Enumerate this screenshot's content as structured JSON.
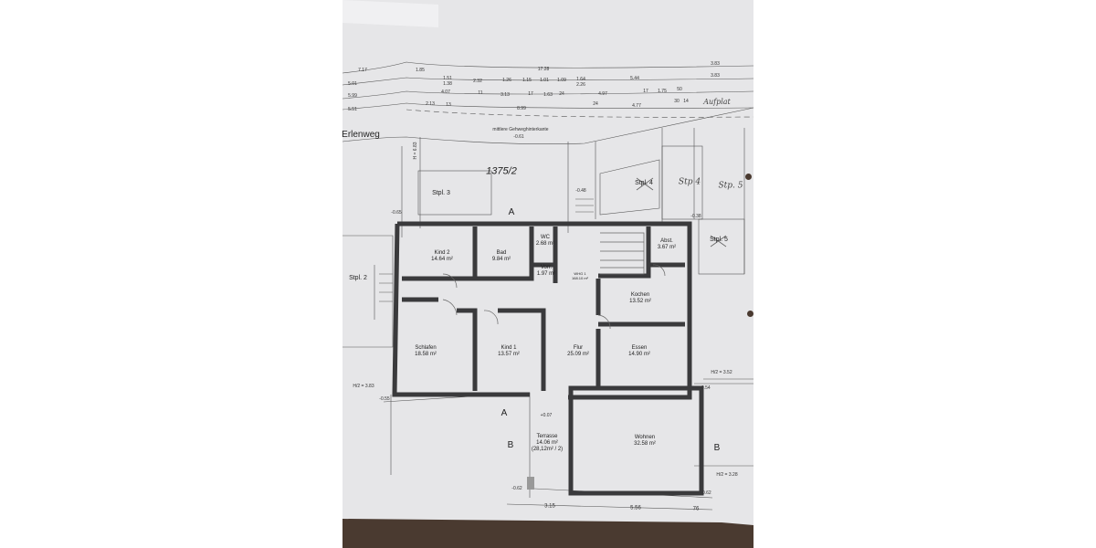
{
  "street": "Erlenweg",
  "parcel": "1375/2",
  "sidewalk": {
    "label": "mittlere Gehweghinterkante",
    "level": "-0.61"
  },
  "parking": [
    "Stpl. 3",
    "Stpl. 2",
    "Stpl. 4",
    "Stp 4",
    "Stp. 5",
    "Stpl. 5"
  ],
  "handwritten": [
    "Aufplat"
  ],
  "rooms": [
    {
      "name": "Kind 2",
      "area": "14.64 m²"
    },
    {
      "name": "Bad",
      "area": "9.84 m²"
    },
    {
      "name": "WC",
      "area": "2.68 m²"
    },
    {
      "name": "Vorr.",
      "area": "1.97 m²"
    },
    {
      "name": "WHG 1",
      "area": "168.10 m²"
    },
    {
      "name": "Abst.",
      "area": "3.67 m²"
    },
    {
      "name": "Kochen",
      "area": "13.52 m²"
    },
    {
      "name": "Schlafen",
      "area": "18.58 m²"
    },
    {
      "name": "Kind 1",
      "area": "13.57 m²"
    },
    {
      "name": "Flur",
      "area": "25.09 m²"
    },
    {
      "name": "Essen",
      "area": "14.90 m²"
    },
    {
      "name": "Terrasse",
      "area": "14.06 m²",
      "note": "(28,12m² / 2)"
    },
    {
      "name": "Wohnen",
      "area": "32.58 m²"
    }
  ],
  "levels": [
    "-0.48",
    "-0.38",
    "-0.65",
    "+0.07",
    "-0.62",
    "-0.62",
    "-0.54",
    "-0.55"
  ],
  "heights": [
    "H/2 = 3.83",
    "H/2 = 3.52",
    "H/2 = 3.28",
    "H = 6.83"
  ],
  "sections": [
    "A",
    "A",
    "B",
    "B"
  ],
  "dimensions_top": [
    "7.17",
    "1.85",
    "17.28",
    "3.83",
    "5.01",
    "1.51",
    "1.38",
    "2.32",
    "1.26",
    "1.15",
    "1.01",
    "1.09",
    "1.64",
    "2.26",
    "5.44",
    "3.83",
    "5.99",
    "4.07",
    "11",
    "3.13",
    "17",
    "1.63",
    "24",
    "4.97",
    "17",
    "1.75",
    "50",
    "5.51",
    "2.13",
    "13",
    "8.99",
    "24",
    "4.77",
    "30",
    "14"
  ],
  "dimensions_bottom": [
    "3.15",
    "5.56",
    "76"
  ],
  "colors": {
    "paper": "#e6e6e8",
    "wall": "#3a3a3c",
    "table": "#4a3a30"
  }
}
